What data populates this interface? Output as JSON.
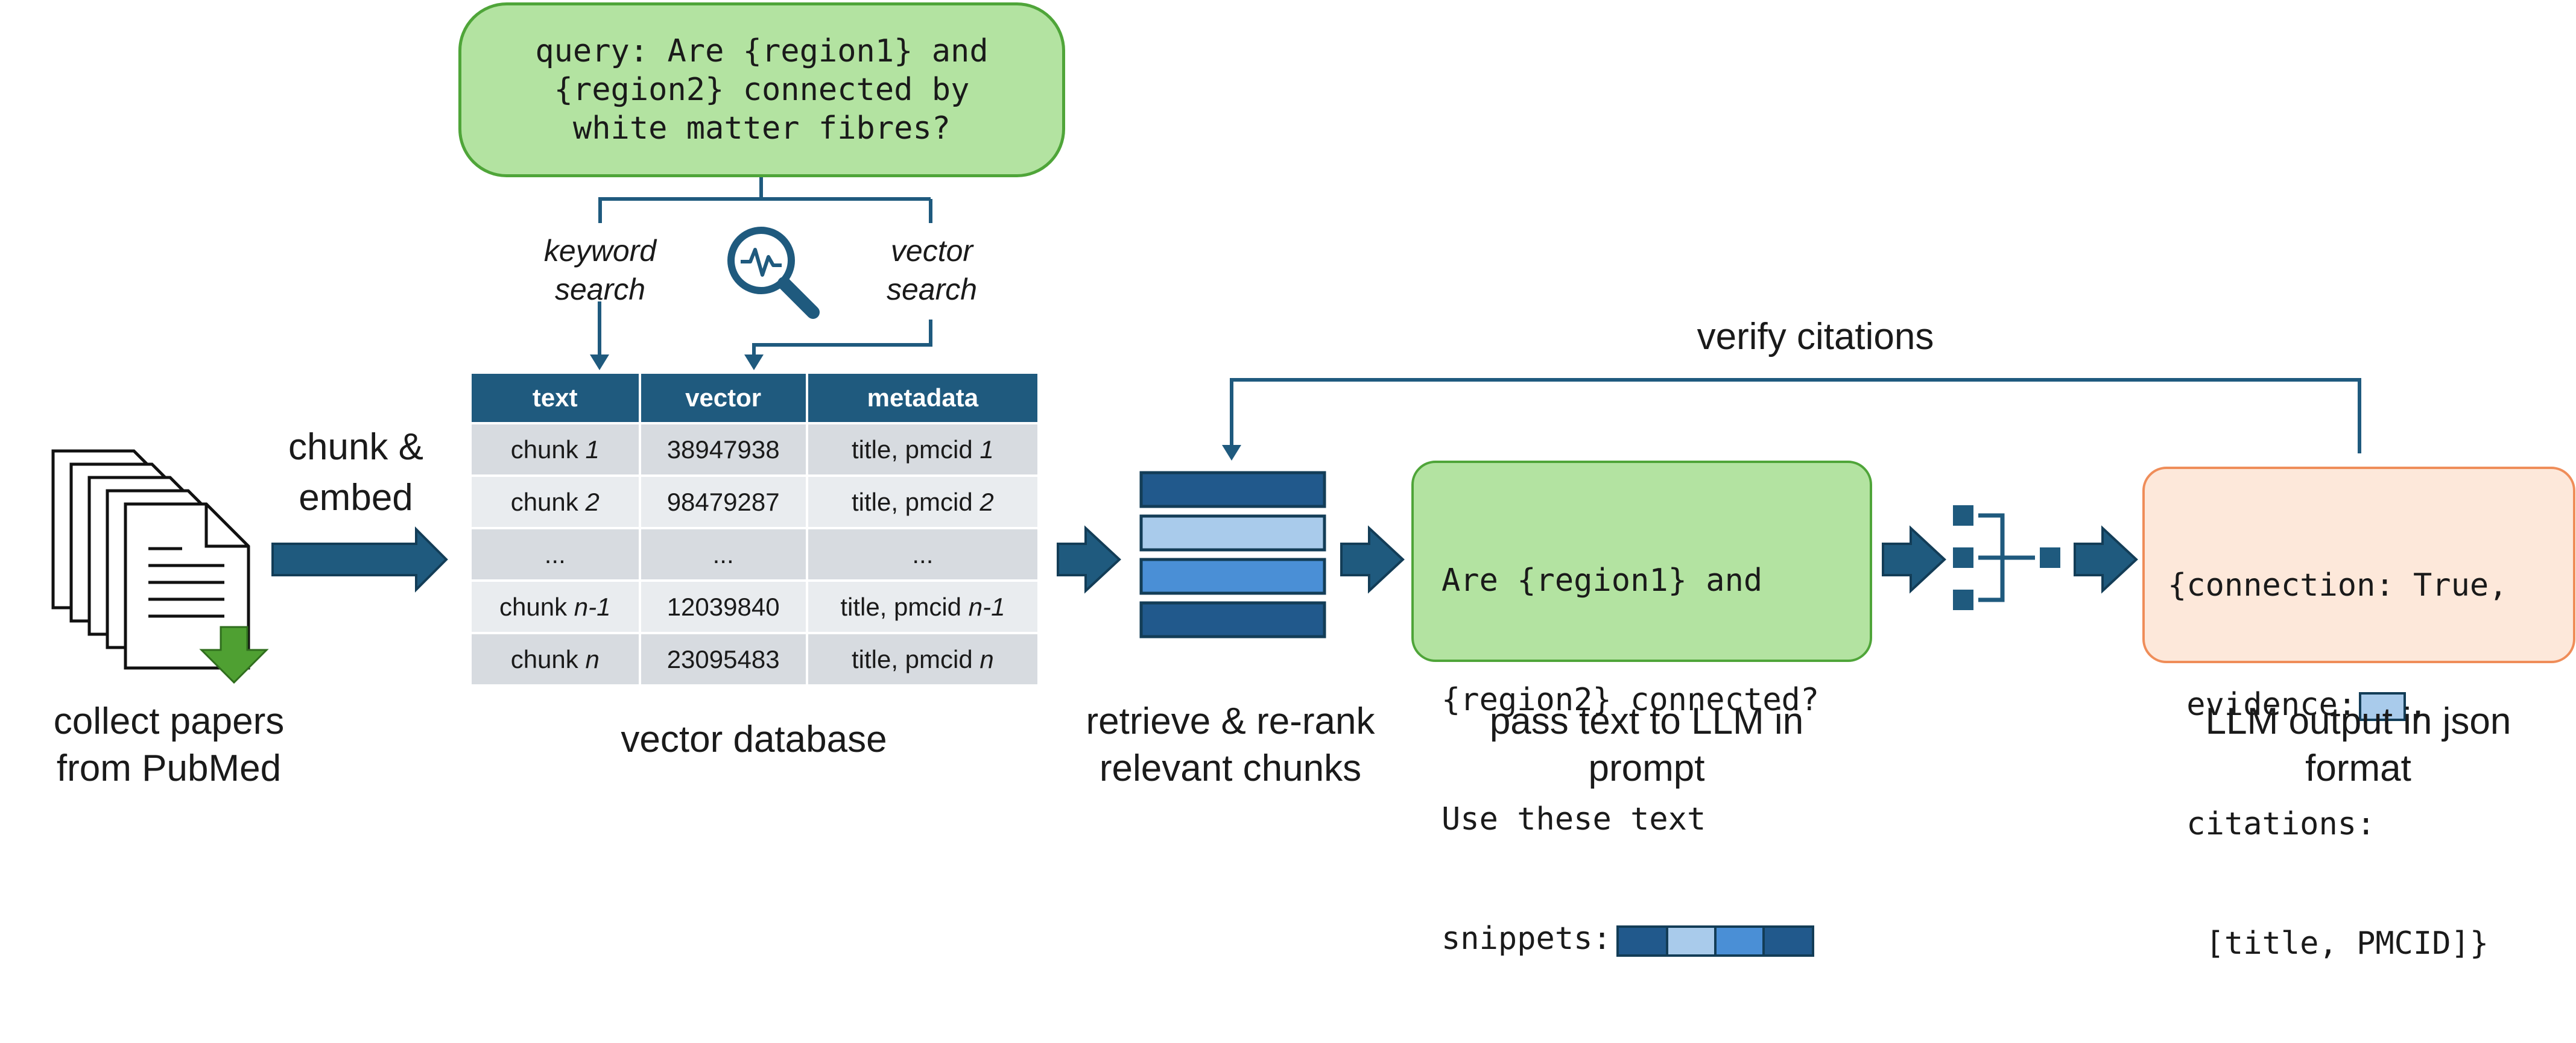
{
  "query": {
    "lines": [
      "query: Are {region1} and",
      "{region2} connected by",
      "white matter fibres?"
    ]
  },
  "search": {
    "keyword_lines": [
      "keyword",
      "search"
    ],
    "vector_lines": [
      "vector",
      "search"
    ]
  },
  "table": {
    "headers": [
      "text",
      "vector",
      "metadata"
    ],
    "rows": [
      {
        "chunk_prefix": "chunk ",
        "chunk_id": "1",
        "vector": "38947938",
        "meta_prefix": "title, pmcid ",
        "meta_id": "1"
      },
      {
        "chunk_prefix": "chunk ",
        "chunk_id": "2",
        "vector": "98479287",
        "meta_prefix": "title, pmcid ",
        "meta_id": "2"
      },
      {
        "chunk_prefix": "",
        "chunk_id": "...",
        "vector": "...",
        "meta_prefix": "",
        "meta_id": "...",
        "plain": true
      },
      {
        "chunk_prefix": "chunk ",
        "chunk_id": "n-1",
        "vector": "12039840",
        "meta_prefix": "title, pmcid ",
        "meta_id": "n-1"
      },
      {
        "chunk_prefix": "chunk ",
        "chunk_id": "n",
        "vector": "23095483",
        "meta_prefix": "title, pmcid ",
        "meta_id": "n"
      }
    ]
  },
  "chunk_embed": {
    "lines": [
      "chunk &",
      "embed"
    ]
  },
  "verify": {
    "label": "verify citations"
  },
  "prompt": {
    "lines": [
      "Are {region1} and",
      "{region2} connected?",
      "Use these text",
      "snippets:"
    ]
  },
  "output": {
    "lines": [
      "{connection: True,",
      " evidence:",
      " citations:",
      "  [title, PMCID]}"
    ],
    "evidence_suffix": ","
  },
  "captions": {
    "collect": [
      "collect papers",
      "from PubMed"
    ],
    "database": [
      "vector database"
    ],
    "retrieve": [
      "retrieve & re-rank",
      "relevant chunks"
    ],
    "pass": [
      "pass text to LLM in",
      "prompt"
    ],
    "output": [
      "LLM output in json",
      "format"
    ]
  },
  "colors": {
    "navy": "#1f5a7e",
    "dark_blue": "#21598c",
    "light_blue": "#a9cbeb",
    "mid_blue": "#4a8fd6",
    "green_fill": "#b3e3a1",
    "green_border": "#4fa539",
    "orange_fill": "#fde8da",
    "orange_border": "#ef8d59",
    "download_green": "#4fa032"
  },
  "icons": [
    "document-stack-icon",
    "download-arrow-icon",
    "magnifier-signal-icon",
    "network-icon"
  ]
}
